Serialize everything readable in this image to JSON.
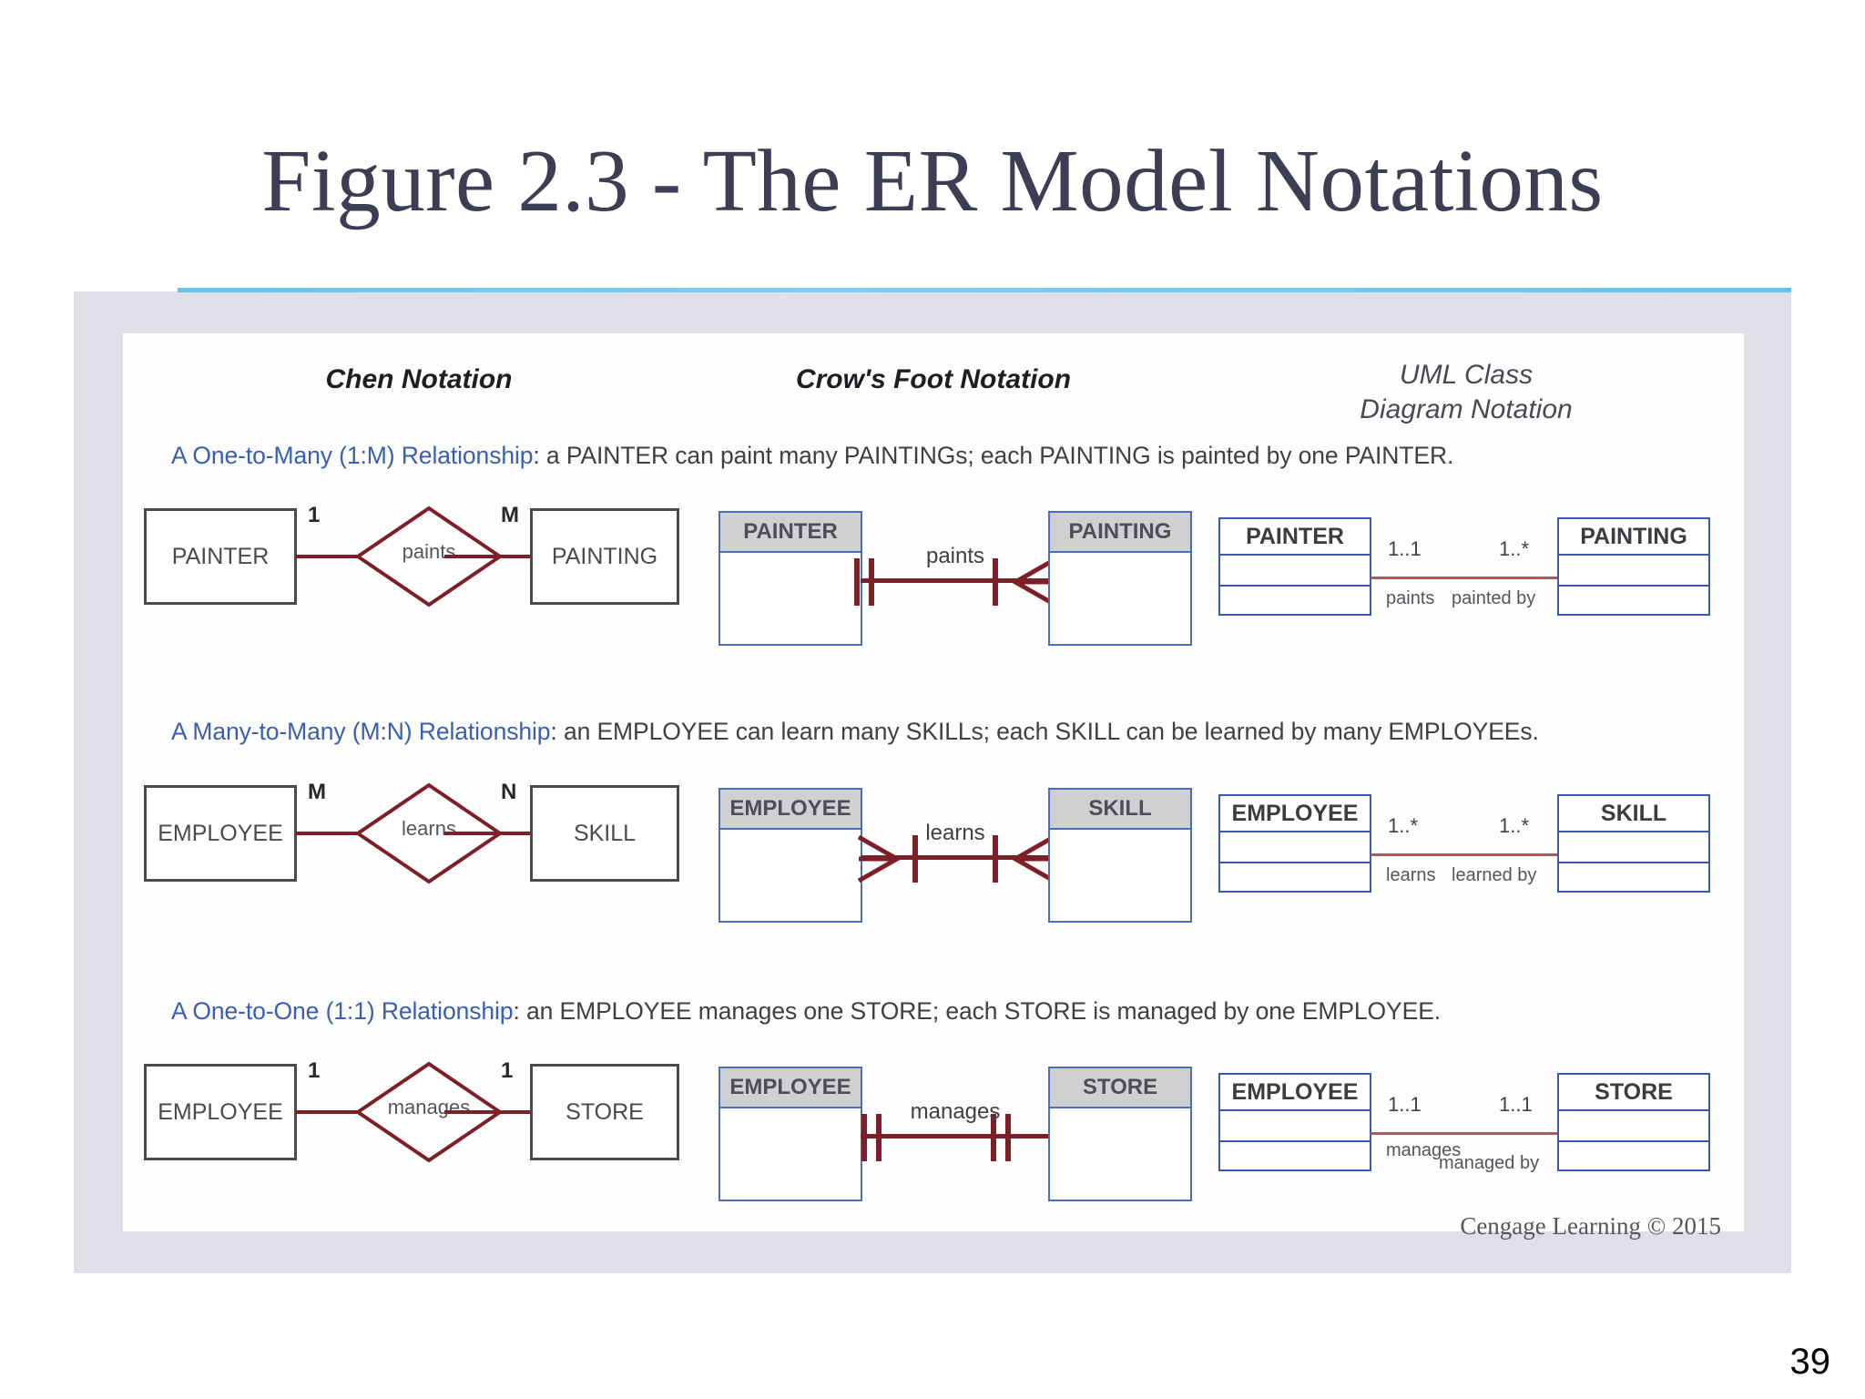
{
  "slide": {
    "title": "Figure 2.3 - The ER Model Notations",
    "page_number": "39",
    "credit": "Cengage Learning © 2015",
    "accent_color": "#63c4e8",
    "frame_color": "#dfe0e7"
  },
  "figure": {
    "columns": [
      {
        "id": "chen",
        "label": "Chen Notation"
      },
      {
        "id": "crow",
        "label": "Crow's Foot Notation"
      },
      {
        "id": "uml",
        "label_line1": "UML Class",
        "label_line2": "Diagram Notation"
      }
    ],
    "rows": [
      {
        "lead": "A One-to-Many (1:M) Relationship",
        "description": ": a PAINTER can paint many PAINTINGs; each PAINTING is painted by one PAINTER.",
        "chen": {
          "left_entity": "PAINTER",
          "right_entity": "PAINTING",
          "left_cardinality": "1",
          "right_cardinality": "M",
          "relationship": "paints"
        },
        "crow": {
          "left_entity": "PAINTER",
          "right_entity": "PAINTING",
          "relationship": "paints",
          "left_symbol": "one-and-only-one",
          "right_symbol": "one-to-many"
        },
        "uml": {
          "left_class": "PAINTER",
          "right_class": "PAINTING",
          "left_multiplicity": "1..1",
          "right_multiplicity": "1..*",
          "left_role": "paints",
          "right_role": "painted by"
        }
      },
      {
        "lead": "A Many-to-Many (M:N) Relationship",
        "description": ": an EMPLOYEE can learn many SKILLs; each SKILL can be learned by many EMPLOYEEs.",
        "chen": {
          "left_entity": "EMPLOYEE",
          "right_entity": "SKILL",
          "left_cardinality": "M",
          "right_cardinality": "N",
          "relationship": "learns"
        },
        "crow": {
          "left_entity": "EMPLOYEE",
          "right_entity": "SKILL",
          "relationship": "learns",
          "left_symbol": "one-to-many",
          "right_symbol": "one-to-many"
        },
        "uml": {
          "left_class": "EMPLOYEE",
          "right_class": "SKILL",
          "left_multiplicity": "1..*",
          "right_multiplicity": "1..*",
          "left_role": "learns",
          "right_role": "learned by"
        }
      },
      {
        "lead": "A One-to-One (1:1) Relationship",
        "description": ": an EMPLOYEE manages one STORE; each STORE is managed by one EMPLOYEE.",
        "chen": {
          "left_entity": "EMPLOYEE",
          "right_entity": "STORE",
          "left_cardinality": "1",
          "right_cardinality": "1",
          "relationship": "manages"
        },
        "crow": {
          "left_entity": "EMPLOYEE",
          "right_entity": "STORE",
          "relationship": "manages",
          "left_symbol": "one-and-only-one",
          "right_symbol": "one-and-only-one"
        },
        "uml": {
          "left_class": "EMPLOYEE",
          "right_class": "STORE",
          "left_multiplicity": "1..1",
          "right_multiplicity": "1..1",
          "left_role": "manages",
          "right_role": "managed by"
        }
      }
    ],
    "colors": {
      "chen_line": "#7d1f28",
      "chen_box_border": "#4a4a4a",
      "crow_border": "#4a6fb5",
      "crow_header_fill": "#cfd0d2",
      "uml_border": "#3a5ba8",
      "uml_line": "#a85b5b",
      "lead_text": "#3b5fb0"
    }
  }
}
